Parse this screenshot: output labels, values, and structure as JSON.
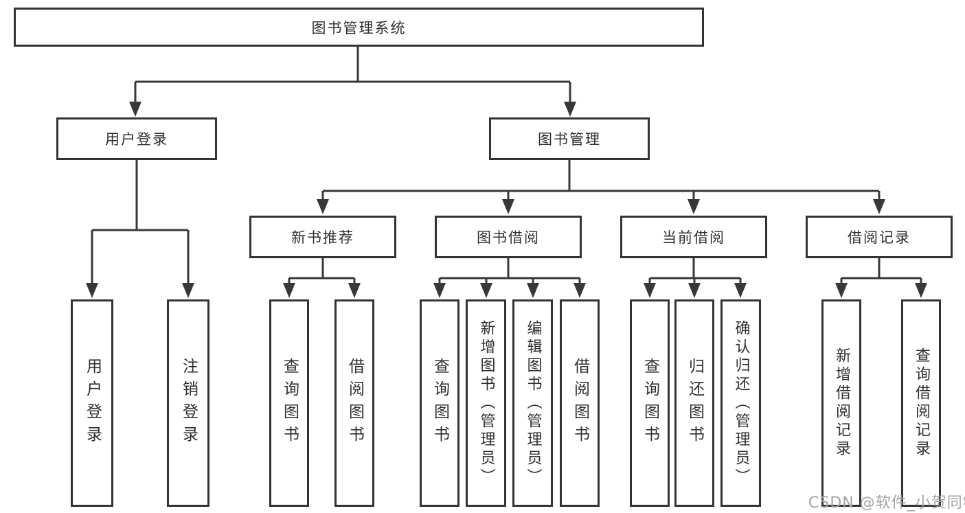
{
  "title": "图书管理系统",
  "watermark": "CSDN @软件_小贺同学",
  "colors": {
    "line": "#383838",
    "border": "#333333",
    "text": "#2f2f2f",
    "background": "#ffffff",
    "watermark": "#a3a3a8"
  },
  "tree": {
    "root": "图书管理系统",
    "user_login": {
      "label": "用户登录",
      "children": [
        "用户登录",
        "注销登录"
      ]
    },
    "book_mgmt": {
      "label": "图书管理",
      "groups": [
        {
          "label": "新书推荐",
          "children": [
            "查询图书",
            "借阅图书"
          ]
        },
        {
          "label": "图书借阅",
          "children": [
            "查询图书",
            "新增图书（管理员）",
            "编辑图书（管理员）",
            "借阅图书"
          ]
        },
        {
          "label": "当前借阅",
          "children": [
            "查询图书",
            "归还图书",
            "确认归还（管理员）"
          ]
        },
        {
          "label": "借阅记录",
          "children": [
            "新增借阅记录",
            "查询借阅记录"
          ]
        }
      ]
    }
  }
}
